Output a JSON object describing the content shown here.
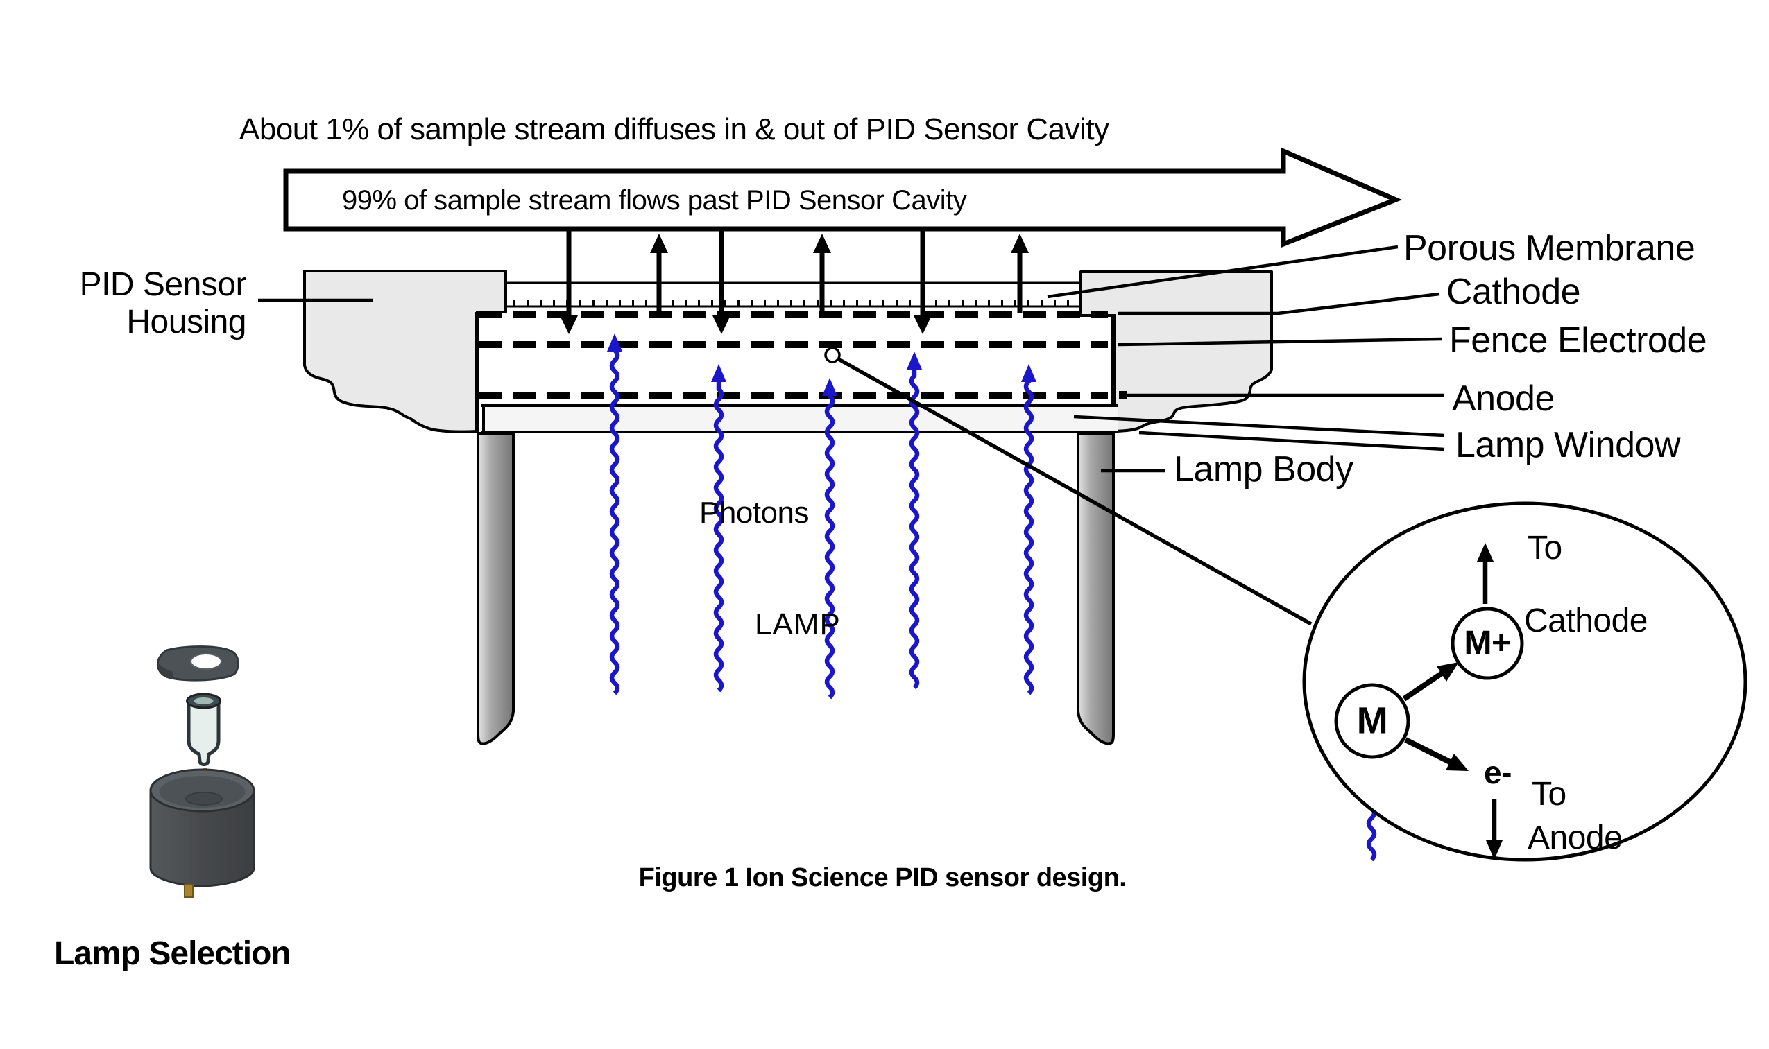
{
  "figure": {
    "top_note": "About 1% of sample stream diffuses in & out of PID Sensor Cavity",
    "flow_arrow_label": "99% of sample stream flows past PID Sensor Cavity",
    "caption": "Figure 1 Ion Science PID sensor design."
  },
  "labels": {
    "housing_line1": "PID Sensor",
    "housing_line2": "Housing",
    "porous_membrane": "Porous Membrane",
    "cathode": "Cathode",
    "fence_electrode": "Fence Electrode",
    "anode": "Anode",
    "lamp_window": "Lamp Window",
    "lamp_body": "Lamp Body",
    "photons": "Photons",
    "lamp": "LAMP",
    "lamp_selection": "Lamp Selection"
  },
  "inset": {
    "to_top": "To",
    "cathode": "Cathode",
    "molecule": "M",
    "ion": "M+",
    "electron": "e-",
    "to_bottom": "To",
    "anode": "Anode"
  },
  "colors": {
    "photon_blue": "#1b16c9",
    "housing_gray": "#e9e9e9",
    "lamp_window_gray": "#f5f5f5",
    "line_black": "#000000"
  }
}
